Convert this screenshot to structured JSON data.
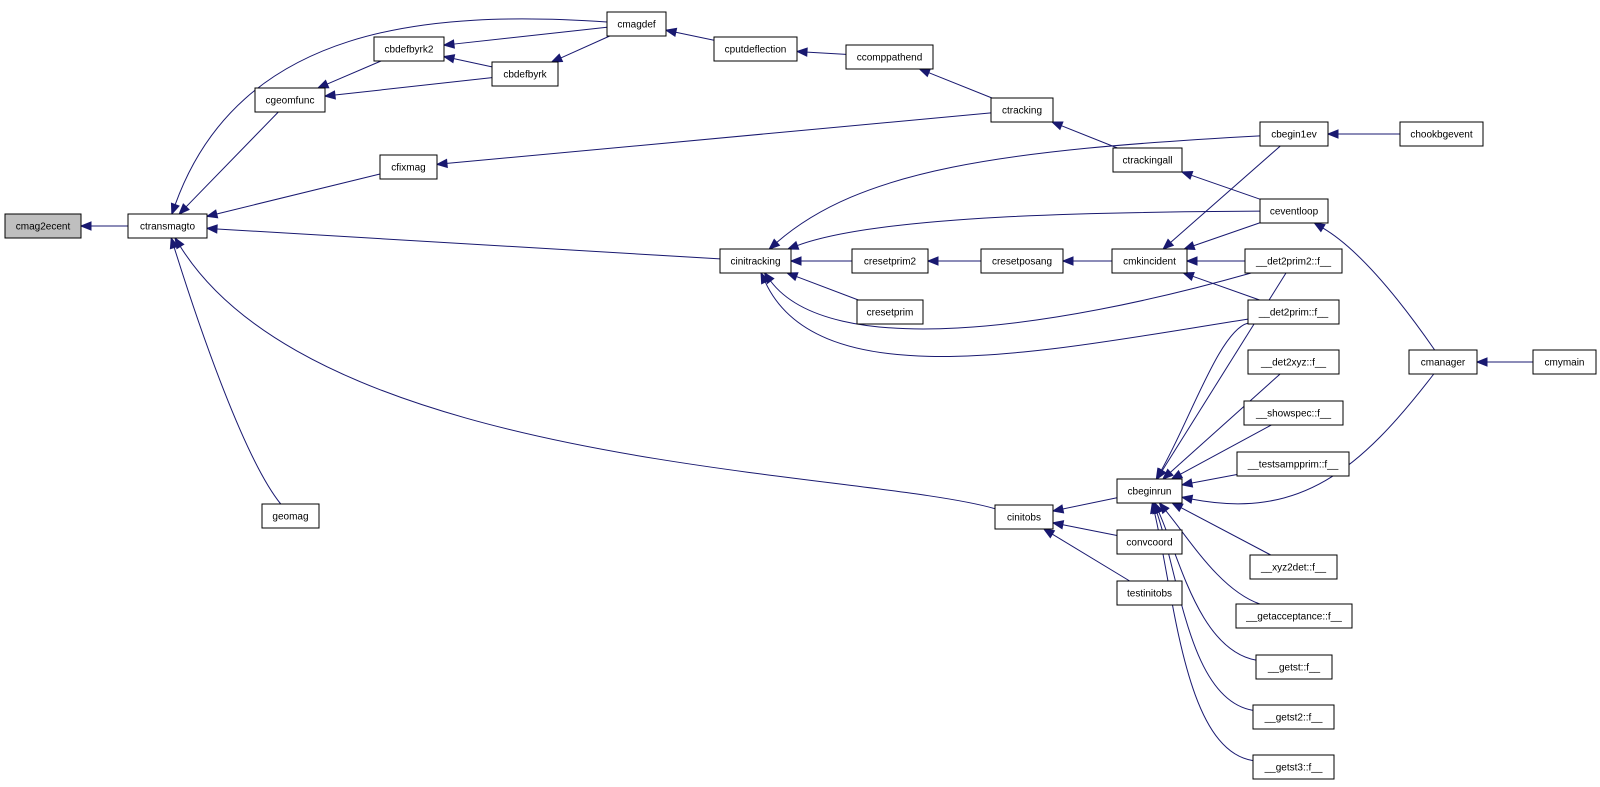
{
  "nodes": [
    {
      "id": "cmag2ecent",
      "label": "cmag2ecent",
      "root": true
    },
    {
      "id": "ctransmagto",
      "label": "ctransmagto"
    },
    {
      "id": "cgeomfunc",
      "label": "cgeomfunc"
    },
    {
      "id": "cbdefbyrk2",
      "label": "cbdefbyrk2"
    },
    {
      "id": "cbdefbyrk",
      "label": "cbdefbyrk"
    },
    {
      "id": "cmagdef",
      "label": "cmagdef"
    },
    {
      "id": "cputdeflection",
      "label": "cputdeflection"
    },
    {
      "id": "ccomppathend",
      "label": "ccomppathend"
    },
    {
      "id": "ctracking",
      "label": "ctracking"
    },
    {
      "id": "ctrackingall",
      "label": "ctrackingall"
    },
    {
      "id": "cfixmag",
      "label": "cfixmag"
    },
    {
      "id": "cinitracking",
      "label": "cinitracking"
    },
    {
      "id": "cresetprim2",
      "label": "cresetprim2"
    },
    {
      "id": "cresetprim",
      "label": "cresetprim"
    },
    {
      "id": "cresetposang",
      "label": "cresetposang"
    },
    {
      "id": "cmkincident",
      "label": "cmkincident"
    },
    {
      "id": "cbegin1ev",
      "label": "cbegin1ev"
    },
    {
      "id": "chookbgevent",
      "label": "chookbgevent"
    },
    {
      "id": "ceventloop",
      "label": "ceventloop"
    },
    {
      "id": "cmanager",
      "label": "cmanager"
    },
    {
      "id": "cmymain",
      "label": "cmymain"
    },
    {
      "id": "det2prim2",
      "label": "__det2prim2::f__"
    },
    {
      "id": "det2prim",
      "label": "__det2prim::f__"
    },
    {
      "id": "det2xyz",
      "label": "__det2xyz::f__"
    },
    {
      "id": "showspec",
      "label": "__showspec::f__"
    },
    {
      "id": "testsampprim",
      "label": "__testsampprim::f__"
    },
    {
      "id": "cbeginrun",
      "label": "cbeginrun"
    },
    {
      "id": "cinitobs",
      "label": "cinitobs"
    },
    {
      "id": "convcoord",
      "label": "convcoord"
    },
    {
      "id": "testinitobs",
      "label": "testinitobs"
    },
    {
      "id": "xyz2det",
      "label": "__xyz2det::f__"
    },
    {
      "id": "getacceptance",
      "label": "__getacceptance::f__"
    },
    {
      "id": "getst",
      "label": "__getst::f__"
    },
    {
      "id": "getst2",
      "label": "__getst2::f__"
    },
    {
      "id": "getst3",
      "label": "__getst3::f__"
    },
    {
      "id": "geomag",
      "label": "geomag"
    }
  ],
  "edges": [
    {
      "from": "ctransmagto",
      "to": "cmag2ecent"
    },
    {
      "from": "cgeomfunc",
      "to": "ctransmagto"
    },
    {
      "from": "cmagdef",
      "to": "ctransmagto"
    },
    {
      "from": "cfixmag",
      "to": "ctransmagto"
    },
    {
      "from": "cinitracking",
      "to": "ctransmagto"
    },
    {
      "from": "cinitobs",
      "to": "ctransmagto"
    },
    {
      "from": "geomag",
      "to": "ctransmagto"
    },
    {
      "from": "cbdefbyrk2",
      "to": "cgeomfunc"
    },
    {
      "from": "cbdefbyrk",
      "to": "cgeomfunc"
    },
    {
      "from": "cmagdef",
      "to": "cbdefbyrk2"
    },
    {
      "from": "cbdefbyrk",
      "to": "cbdefbyrk2"
    },
    {
      "from": "cmagdef",
      "to": "cbdefbyrk"
    },
    {
      "from": "cputdeflection",
      "to": "cmagdef"
    },
    {
      "from": "ccomppathend",
      "to": "cputdeflection"
    },
    {
      "from": "ctracking",
      "to": "ccomppathend"
    },
    {
      "from": "ctrackingall",
      "to": "ctracking"
    },
    {
      "from": "ctracking",
      "to": "cfixmag"
    },
    {
      "from": "ceventloop",
      "to": "ctrackingall"
    },
    {
      "from": "cbegin1ev",
      "to": "cinitracking"
    },
    {
      "from": "ceventloop",
      "to": "cinitracking"
    },
    {
      "from": "cresetprim2",
      "to": "cinitracking"
    },
    {
      "from": "cresetprim",
      "to": "cinitracking"
    },
    {
      "from": "det2prim2",
      "to": "cinitracking"
    },
    {
      "from": "det2prim",
      "to": "cinitracking"
    },
    {
      "from": "cresetposang",
      "to": "cresetprim2"
    },
    {
      "from": "cmkincident",
      "to": "cresetposang"
    },
    {
      "from": "cbegin1ev",
      "to": "cmkincident"
    },
    {
      "from": "ceventloop",
      "to": "cmkincident"
    },
    {
      "from": "det2prim2",
      "to": "cmkincident"
    },
    {
      "from": "det2prim",
      "to": "cmkincident"
    },
    {
      "from": "chookbgevent",
      "to": "cbegin1ev"
    },
    {
      "from": "cmanager",
      "to": "ceventloop"
    },
    {
      "from": "cmymain",
      "to": "cmanager"
    },
    {
      "from": "cmanager",
      "to": "cbeginrun"
    },
    {
      "from": "det2prim2",
      "to": "cbeginrun"
    },
    {
      "from": "det2prim",
      "to": "cbeginrun"
    },
    {
      "from": "det2xyz",
      "to": "cbeginrun"
    },
    {
      "from": "showspec",
      "to": "cbeginrun"
    },
    {
      "from": "testsampprim",
      "to": "cbeginrun"
    },
    {
      "from": "xyz2det",
      "to": "cbeginrun"
    },
    {
      "from": "getacceptance",
      "to": "cbeginrun"
    },
    {
      "from": "getst",
      "to": "cbeginrun"
    },
    {
      "from": "getst2",
      "to": "cbeginrun"
    },
    {
      "from": "getst3",
      "to": "cbeginrun"
    },
    {
      "from": "cbeginrun",
      "to": "cinitobs"
    },
    {
      "from": "convcoord",
      "to": "cinitobs"
    },
    {
      "from": "testinitobs",
      "to": "cinitobs"
    }
  ],
  "colors": {
    "edge": "#191970",
    "root_fill": "#bfbfbf",
    "node_fill": "#ffffff",
    "node_border": "#000000"
  }
}
